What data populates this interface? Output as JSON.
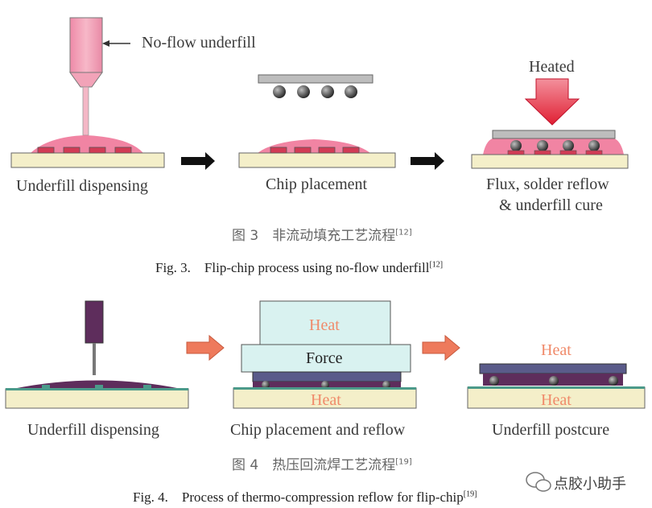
{
  "fig3": {
    "callout_label": "No-flow underfill",
    "heated_label": "Heated",
    "steps": [
      "Underfill dispensing",
      "Chip placement",
      "Flux, solder reflow",
      "& underfill cure"
    ],
    "caption_cn": "图 3　非流动填充工艺流程",
    "caption_cn_ref": "[12]",
    "caption_en": "Fig. 3.　Flip-chip process using no-flow underfill",
    "caption_en_ref": "[12]"
  },
  "fig4": {
    "heat_label": "Heat",
    "force_label": "Force",
    "steps": [
      "Underfill dispensing",
      "Chip placement and reflow",
      "Underfill postcure"
    ],
    "caption_cn": "图 4　热压回流焊工艺流程",
    "caption_cn_ref": "[19]",
    "caption_en": "Fig. 4.　Process of thermo-compression reflow for flip-chip",
    "caption_en_ref": "[19]"
  },
  "watermark": "点胶小助手",
  "colors": {
    "substrate": "#f4efc9",
    "underfill_pink": "#ef6f93",
    "syringe_pink": "#f2a3b8",
    "heat_arrow": "#e8283a",
    "arrow_orange": "#ee7a5c",
    "block_cyan": "#d9f2f0",
    "chip_gray": "#bcbcbc",
    "chip_purple": "#5a5b8a",
    "underfill_purple": "#5e2d5c",
    "heat_text": "#f08a6a"
  },
  "icons": [
    "wechat-icon"
  ]
}
